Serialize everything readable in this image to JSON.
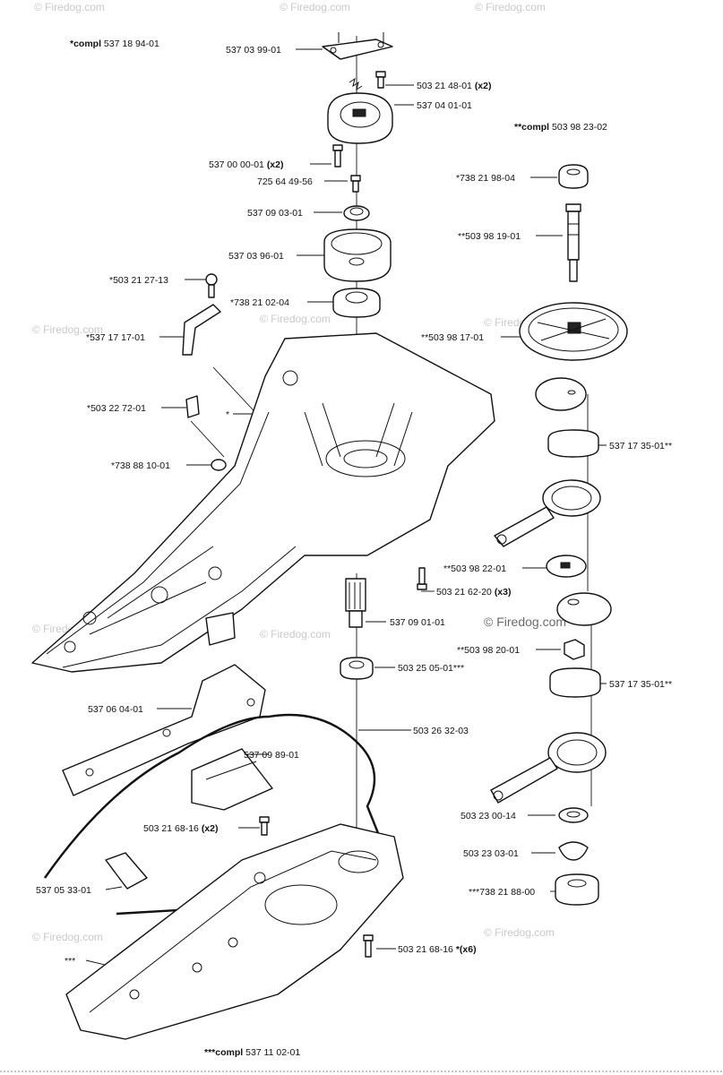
{
  "diagram": {
    "watermark": "© Firedog.com",
    "watermark_prominent": "© Firedog.com",
    "labels": {
      "compl_537_18_94_01": {
        "bold": "*compl",
        "text": " 537 18 94-01"
      },
      "compl_503_98_23_02": {
        "bold": "**compl",
        "text": " 503 98 23-02"
      },
      "compl_537_11_02_01": {
        "bold": "***compl",
        "text": " 537 11 02-01"
      },
      "p537_03_99_01": {
        "text": "537 03 99-01"
      },
      "p503_21_48_01": {
        "text": "503 21 48-01 ",
        "bold": "(x2)"
      },
      "p537_04_01_01": {
        "text": "537 04 01-01"
      },
      "p537_00_00_01": {
        "text": "537 00 00-01 ",
        "bold": "(x2)"
      },
      "p725_64_49_56": {
        "text": "725 64 49-56"
      },
      "p537_09_03_01": {
        "text": "537 09 03-01"
      },
      "p537_03_96_01": {
        "text": "537 03 96-01"
      },
      "p503_21_27_13": {
        "text": "*503 21 27-13"
      },
      "p738_21_02_04": {
        "text": "*738 21 02-04"
      },
      "p537_17_17_01": {
        "text": "*537 17 17-01"
      },
      "p503_22_72_01": {
        "text": "*503 22 72-01"
      },
      "star": {
        "text": "*"
      },
      "p738_88_10_01": {
        "text": "*738 88 10-01"
      },
      "p738_21_98_04": {
        "text": "*738 21 98-04"
      },
      "p503_98_19_01": {
        "text": "**503 98 19-01"
      },
      "p503_98_17_01": {
        "text": "**503 98 17-01"
      },
      "p537_17_35_01_a": {
        "text": "537 17 35-01**"
      },
      "p503_98_22_01": {
        "text": "**503 98 22-01"
      },
      "p503_21_62_20": {
        "text": "503 21 62-20 ",
        "bold": "(x3)"
      },
      "p537_09_01_01": {
        "text": "537 09 01-01"
      },
      "p503_98_20_01": {
        "text": "**503 98 20-01"
      },
      "p503_25_05_01": {
        "text": "503 25 05-01***"
      },
      "p537_17_35_01_b": {
        "text": "537 17 35-01**"
      },
      "p537_06_04_01": {
        "text": "537 06 04-01"
      },
      "p503_26_32_03": {
        "text": "503 26 32-03"
      },
      "p537_09_89_01": {
        "text": "537 09 89-01"
      },
      "p503_21_68_16_x2": {
        "text": "503 21 68-16 ",
        "bold": "(x2)"
      },
      "p503_23_00_14": {
        "text": "503 23 00-14"
      },
      "p503_23_03_01": {
        "text": "503 23 03-01"
      },
      "p537_05_33_01": {
        "text": "537 05 33-01"
      },
      "p738_21_88_00": {
        "text": "***738 21 88-00"
      },
      "p503_21_68_16_x6": {
        "text": "503 21 68-16 ",
        "bold": "*(x6)"
      },
      "stars3": {
        "text": "***"
      }
    }
  }
}
